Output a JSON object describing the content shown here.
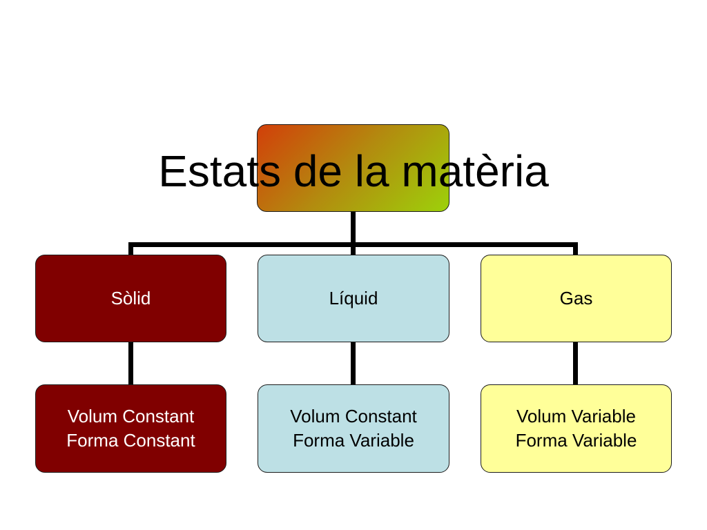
{
  "diagram": {
    "title": "Estats de la matèria",
    "colors": {
      "root_gradient": [
        "#d23f0a",
        "#9dd10a"
      ],
      "solid": "#800000",
      "liquid": "#bde0e5",
      "gas": "#ffff99",
      "connector": "#000000"
    },
    "states": [
      {
        "label": "Sòlid",
        "properties": [
          "Volum Constant",
          "Forma Constant"
        ]
      },
      {
        "label": "Líquid",
        "properties": [
          "Volum Constant",
          "Forma Variable"
        ]
      },
      {
        "label": "Gas",
        "properties": [
          "Volum Variable",
          "Forma Variable"
        ]
      }
    ]
  }
}
